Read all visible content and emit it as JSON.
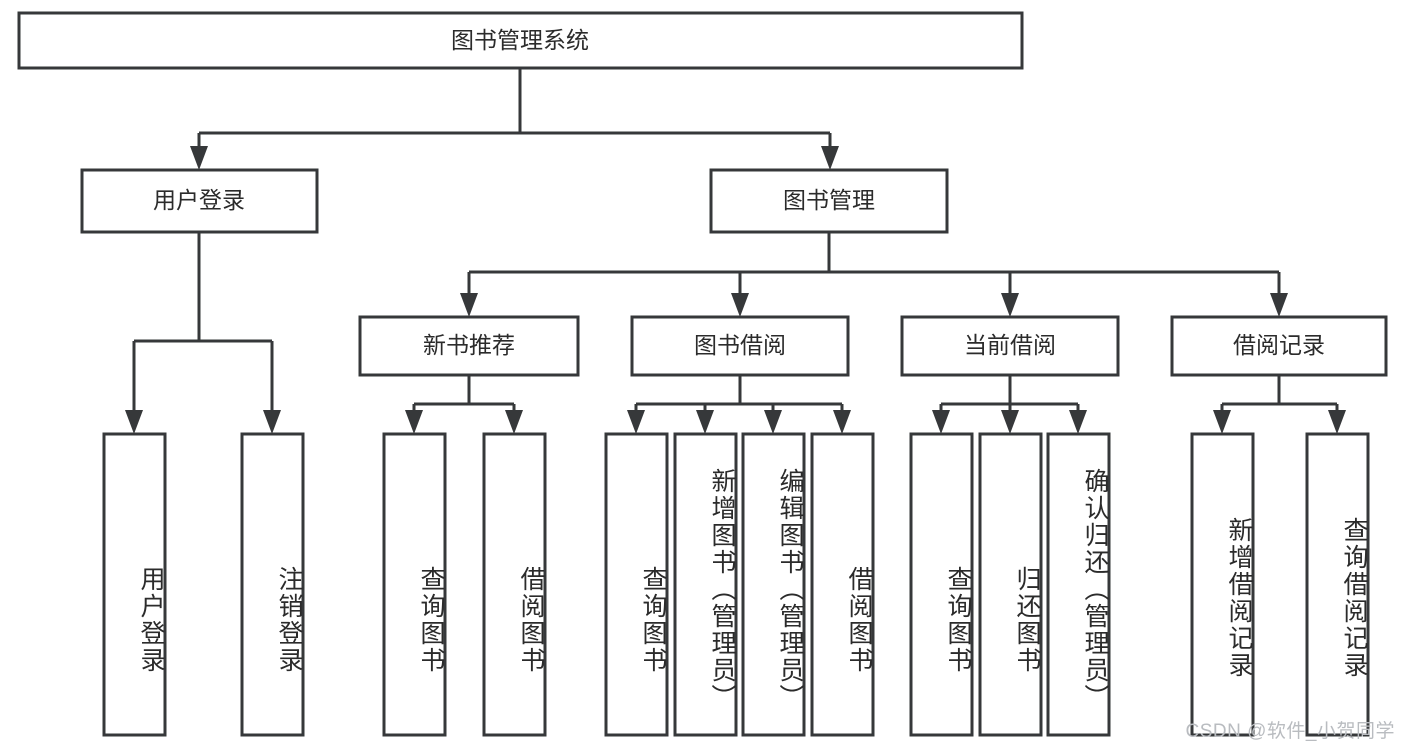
{
  "diagram": {
    "type": "tree-hierarchy",
    "title": "图书管理系统",
    "watermark": "CSDN @软件_小贺同学",
    "colors": {
      "stroke": "#36383a",
      "box_fill": "#ffffff",
      "text": "#2b2b2b",
      "background": "#ffffff",
      "watermark": "#b9bcc0"
    },
    "root": {
      "label": "图书管理系统"
    },
    "level2": [
      {
        "label": "用户登录"
      },
      {
        "label": "图书管理"
      }
    ],
    "level3": [
      {
        "label": "新书推荐"
      },
      {
        "label": "图书借阅"
      },
      {
        "label": "当前借阅"
      },
      {
        "label": "借阅记录"
      }
    ],
    "leaves": {
      "user_login": [
        {
          "label": "用户登录"
        },
        {
          "label": "注销登录"
        }
      ],
      "new_book_recommend": [
        {
          "label": "查询图书"
        },
        {
          "label": "借阅图书"
        }
      ],
      "book_borrow": [
        {
          "label": "查询图书"
        },
        {
          "label": "新增图书（管理员）"
        },
        {
          "label": "编辑图书（管理员）"
        },
        {
          "label": "借阅图书"
        }
      ],
      "current_borrow": [
        {
          "label": "查询图书"
        },
        {
          "label": "归还图书"
        },
        {
          "label": "确认归还（管理员）"
        }
      ],
      "borrow_record": [
        {
          "label": "新增借阅记录"
        },
        {
          "label": "查询借阅记录"
        }
      ]
    }
  }
}
